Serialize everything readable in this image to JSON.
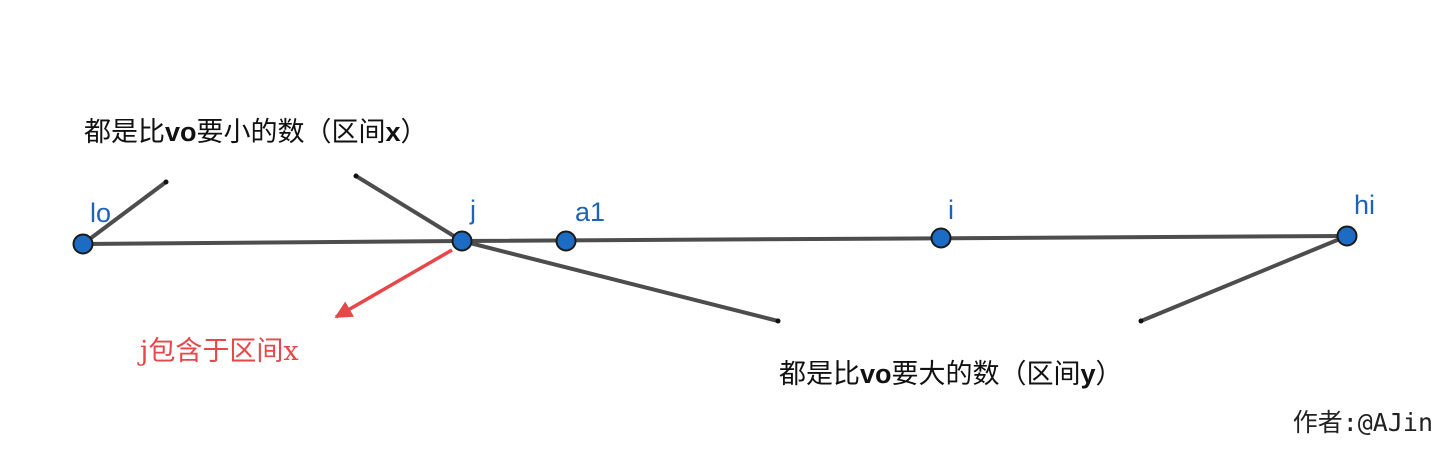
{
  "points": {
    "lo": "lo",
    "j": "j",
    "a1": "a1",
    "i": "i",
    "hi": "hi"
  },
  "labels": {
    "region_x": {
      "part1": "都是比",
      "bold1": "vo",
      "part2": "要小的数（区间",
      "bold2": "x",
      "part3": "）"
    },
    "region_y": {
      "part1": "都是比",
      "bold1": "vo",
      "part2": "要大的数（区间",
      "bold2": "y",
      "part3": "）"
    },
    "note": "j包含于区间x",
    "author": "作者:@AJin"
  },
  "colors": {
    "line": "#4d4d4d",
    "point_fill": "#1c6cc4",
    "point_stroke": "#1a1a1a",
    "point_label": "#1f63b8",
    "note": "#e8474a",
    "text": "#111111"
  }
}
